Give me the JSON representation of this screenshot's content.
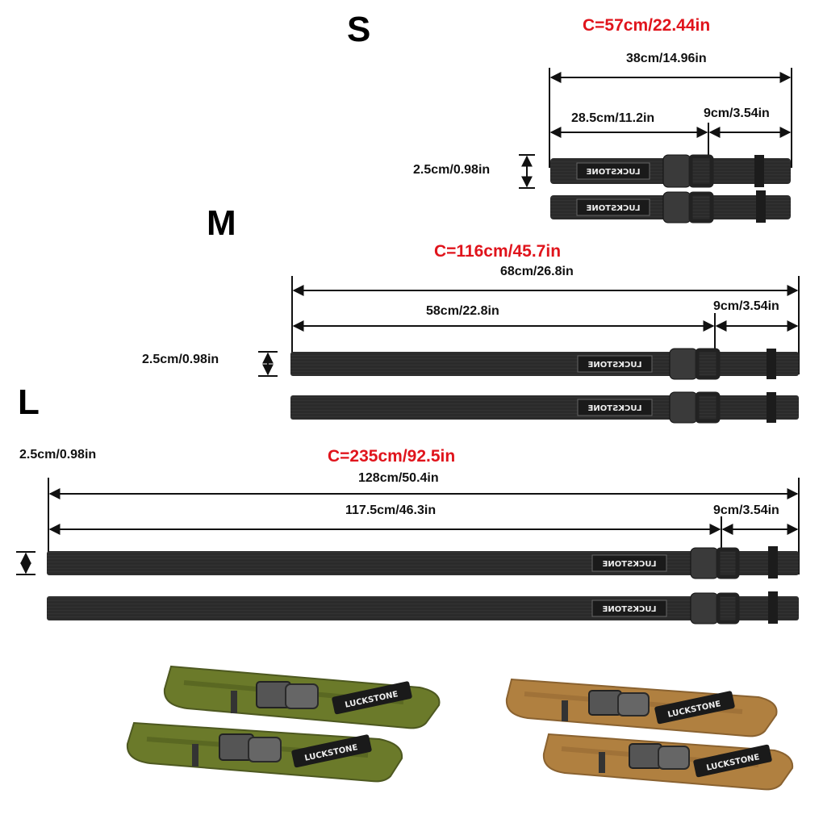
{
  "brand": "LUCKSTONE",
  "sizes": {
    "s": {
      "letter": "S",
      "circumference": "C=57cm/22.44in",
      "total": "38cm/14.96in",
      "long_part": "28.5cm/11.2in",
      "short_part": "9cm/3.54in",
      "width": "2.5cm/0.98in"
    },
    "m": {
      "letter": "M",
      "circumference": "C=116cm/45.7in",
      "total": "68cm/26.8in",
      "long_part": "58cm/22.8in",
      "short_part": "9cm/3.54in",
      "width": "2.5cm/0.98in"
    },
    "l": {
      "letter": "L",
      "circumference": "C=235cm/92.5in",
      "total": "128cm/50.4in",
      "long_part": "117.5cm/46.3in",
      "short_part": "9cm/3.54in",
      "width": "2.5cm/0.98in"
    }
  },
  "colors": {
    "dimension_red": "#e0141c",
    "strap_black": "#2a2a2a",
    "strap_green": "#6b7a2a",
    "strap_tan": "#b08040"
  }
}
